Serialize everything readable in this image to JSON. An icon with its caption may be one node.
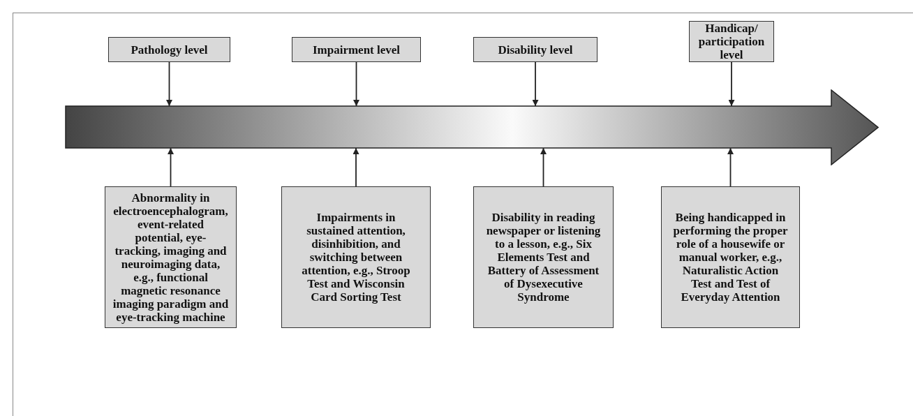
{
  "diagram": {
    "nodes": [
      {
        "text": [
          "Pathology level"
        ]
      },
      {
        "text": [
          "Impairment level"
        ]
      },
      {
        "text": [
          "Disability level"
        ]
      },
      {
        "text": [
          "Handicap/ participation level"
        ]
      },
      {
        "text": [],
        "shape": "arrow"
      },
      {
        "text": [
          "Abnormality in electroencephalogram, event-related potential, eye-tracking, imaging and neuroimaging data, e.g., functional magnetic resonance imaging paradigm and eye-tracking machine"
        ]
      },
      {
        "text": [
          "Impairments in sustained attention, disinhibition, and switching between attention, e.g., Stroop Test and Wisconsin Card Sorting Test"
        ]
      },
      {
        "text": [
          "Disability in reading newspaper or listening to a lesson, e.g., Six Elements Test and Battery of Assessment of Dysexecutive Syndrome"
        ]
      },
      {
        "text": [
          "Being handicapped in performing the proper role of a housewife or manual worker, e.g., Naturalistic Action Test and Test of Everyday Attention"
        ]
      }
    ],
    "edges": [
      {
        "from": 0,
        "to": 4,
        "arrow": "to"
      },
      {
        "from": 1,
        "to": 4,
        "arrow": "to"
      },
      {
        "from": 2,
        "to": 4,
        "arrow": "to"
      },
      {
        "from": 3,
        "to": 4,
        "arrow": "to"
      },
      {
        "from": 5,
        "to": 4,
        "arrow": "to"
      },
      {
        "from": 6,
        "to": 4,
        "arrow": "to"
      },
      {
        "from": 7,
        "to": 4,
        "arrow": "to"
      },
      {
        "from": 8,
        "to": 4,
        "arrow": "to"
      }
    ]
  }
}
